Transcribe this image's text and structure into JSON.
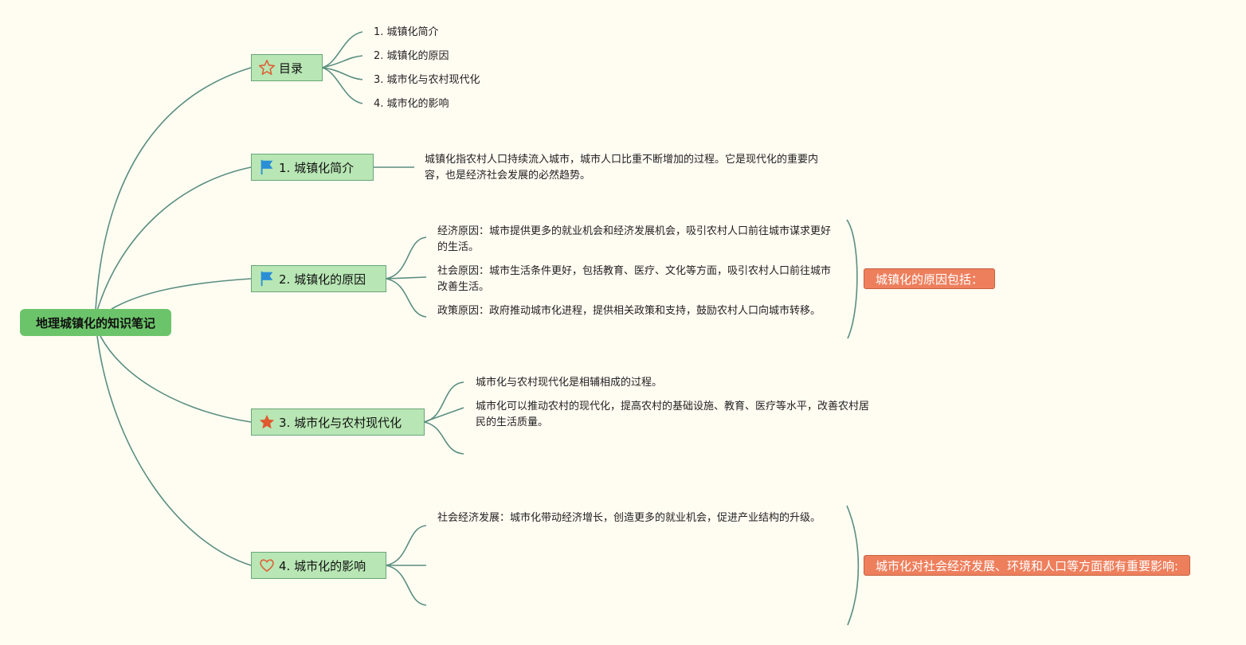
{
  "root": {
    "title": "地理城镇化的知识笔记"
  },
  "topics": {
    "toc": {
      "label": "目录",
      "icon": "star-outline-icon",
      "items": [
        "1. 城镇化简介",
        "2. 城镇化的原因",
        "3. 城市化与农村现代化",
        "4. 城市化的影响"
      ]
    },
    "intro": {
      "label": "1. 城镇化简介",
      "icon": "flag-icon",
      "text": "城镇化指农村人口持续流入城市，城市人口比重不断增加的过程。它是现代化的重要内容，也是经济社会发展的必然趋势。"
    },
    "causes": {
      "label": "2. 城镇化的原因",
      "icon": "flag-icon",
      "items": [
        "经济原因：城市提供更多的就业机会和经济发展机会，吸引农村人口前往城市谋求更好的生活。",
        "社会原因：城市生活条件更好，包括教育、医疗、文化等方面，吸引农村人口前往城市改善生活。",
        "政策原因：政府推动城市化进程，提供相关政策和支持，鼓励农村人口向城市转移。"
      ],
      "summary": "城镇化的原因包括："
    },
    "rural": {
      "label": "3. 城市化与农村现代化",
      "icon": "star-filled-icon",
      "items": [
        "城市化与农村现代化是相辅相成的过程。",
        "城市化可以推动农村的现代化，提高农村的基础设施、教育、医疗等水平，改善农村居民的生活质量。",
        ""
      ]
    },
    "impact": {
      "label": "4. 城市化的影响",
      "icon": "heart-outline-icon",
      "items": [
        "社会经济发展：城市化带动经济增长，创造更多的就业机会，促进产业结构的升级。",
        "",
        ""
      ],
      "summary": "城市化对社会经济发展、环境和人口等方面都有重要影响:"
    }
  },
  "colors": {
    "background": "#fffcf2",
    "root_fill": "#6cc46a",
    "topic_fill": "#b8e6b4",
    "topic_border": "#6aa67a",
    "connector": "#5a8f80",
    "callout_fill": "#ee7f5d",
    "flag": "#2b8fd6",
    "star": "#e0592f"
  }
}
